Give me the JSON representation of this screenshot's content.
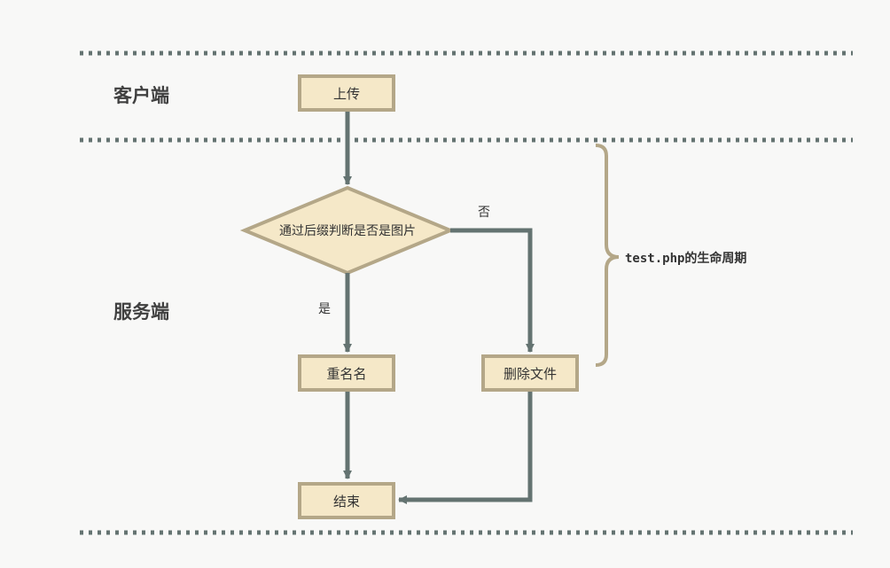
{
  "swimlanes": {
    "client_label": "客户端",
    "server_label": "服务端"
  },
  "nodes": {
    "upload": "上传",
    "check_extension": "通过后缀判断是否是图片",
    "rename": "重名名",
    "delete_file": "删除文件",
    "end": "结束"
  },
  "edges": {
    "yes_label": "是",
    "no_label": "否"
  },
  "annotation": {
    "lifecycle": "test.php的生命周期"
  },
  "colors": {
    "background": "#f8f8f7",
    "node_fill": "#f5e8c8",
    "node_border": "#b4a788",
    "edge": "#647371",
    "divider": "#647371",
    "brace": "#b4a788"
  }
}
